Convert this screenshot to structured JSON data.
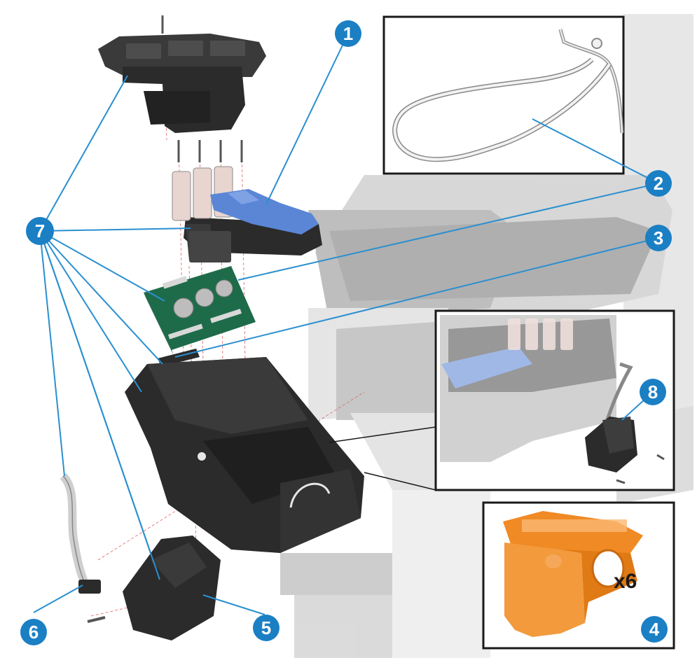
{
  "colors": {
    "callout": "#1b7fc4",
    "leader": "#2a8fd0",
    "part_dark": "#2b2b2b",
    "part_mid": "#3a3a3a",
    "pcb_green": "#1e6b4a",
    "blue_part": "#5b86d6",
    "orange_part": "#f08a24",
    "ghost_grey": "#c9c9c9",
    "guide_red": "#e06060"
  },
  "callouts": {
    "c1": "1",
    "c2": "2",
    "c3": "3",
    "c4": "4",
    "c5": "5",
    "c6": "6",
    "c7": "7",
    "c8": "8"
  },
  "inset_quantity": "x6"
}
